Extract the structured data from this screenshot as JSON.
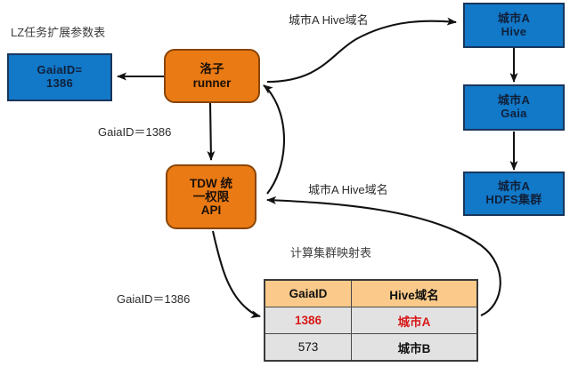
{
  "diagram": {
    "title_left": "LZ任务扩展参数表",
    "title_table": "计算集群映射表"
  },
  "nodes": {
    "lz_param": {
      "line1": "GaiaID=",
      "line2": "1386"
    },
    "runner": {
      "line1": "洛子",
      "line2": "runner"
    },
    "tdw_api": {
      "line1": "TDW 统",
      "line2": "一权限",
      "line3": "API"
    },
    "city_hive": {
      "line1": "城市A",
      "line2": "Hive"
    },
    "city_gaia": {
      "line1": "城市A",
      "line2": "Gaia"
    },
    "city_hdfs": {
      "line1": "城市A",
      "line2": "HDFS集群"
    }
  },
  "edge_labels": {
    "runner_to_lz": "",
    "runner_to_tdw": "GaiaID＝1386",
    "hive_domain_top": "城市A Hive域名",
    "hive_domain_mid": "城市A Hive域名",
    "tdw_to_table": "GaiaID＝1386"
  },
  "table": {
    "headers": [
      "GaiaID",
      "Hive域名"
    ],
    "rows": [
      {
        "gaia_id": "1386",
        "hive_domain": "城市A",
        "highlight": true
      },
      {
        "gaia_id": "573",
        "hive_domain": "城市B",
        "highlight": false
      }
    ]
  },
  "colors": {
    "blue": "#1278c8",
    "orange": "#ea7a14",
    "table_header": "#fbc98a",
    "table_row": "#e2e2e2",
    "highlight_text": "#d81818"
  }
}
